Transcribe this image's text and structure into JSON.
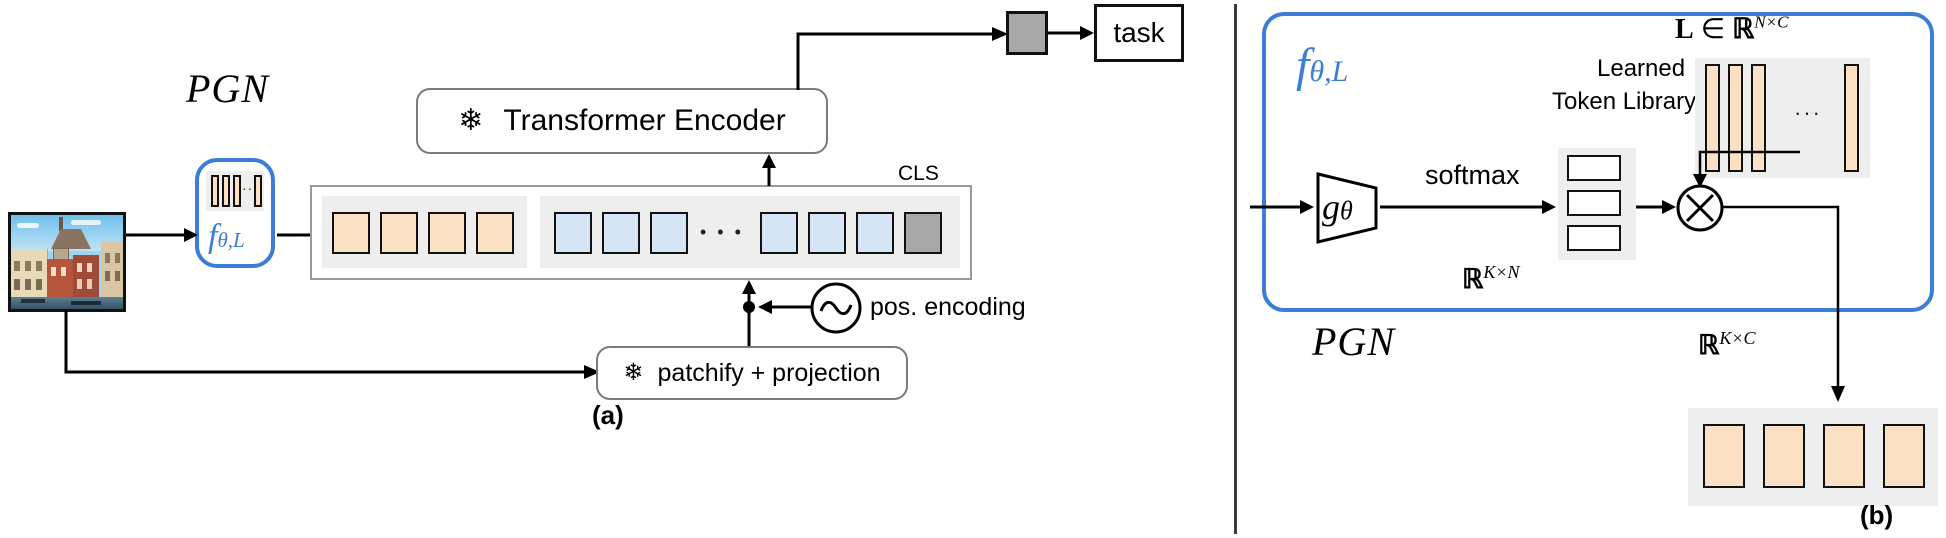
{
  "figure": {
    "panels": [
      {
        "id": "a",
        "caption": "(a)"
      },
      {
        "id": "b",
        "caption": "(b)"
      }
    ]
  },
  "colors": {
    "accent_blue": "#3b7dd8",
    "token_orange": "#fbe0c4",
    "token_blue": "#d4e4f4",
    "token_gray": "#a8a8a8",
    "strip_gray": "#eeeeee",
    "outline_gray": "#7a7a7a",
    "black": "#000000"
  },
  "panel_a": {
    "pgn_title": "PGN",
    "pgn_module_label": "fθ,L",
    "pgn_module_sub": "θ,L",
    "pgn_module_main": "f",
    "input_image_alt": "photo of canal houses with church tower",
    "library_bars_count": 4,
    "library_ellipsis": "···",
    "encoder_label": "Transformer Encoder",
    "encoder_icon": "snowflake-icon",
    "task_label": "task",
    "cls_label": "CLS",
    "pos_encoding_label": "pos. encoding",
    "pos_encoding_icon": "sine-wave-icon",
    "patchify_label": "patchify + projection",
    "patchify_icon": "snowflake-icon",
    "prompt_tokens_count": 4,
    "patch_tokens_left_count": 3,
    "patch_tokens_right_count": 3,
    "sequence_ellipsis": "• • •",
    "caption": "(a)"
  },
  "panel_b": {
    "module_main": "f",
    "module_sub": "θ,L",
    "encoder_label": "gθ",
    "encoder_main": "g",
    "encoder_sub": "θ",
    "softmax_label": "softmax",
    "learned_label_line1": "Learned",
    "learned_label_line2": "Token Library",
    "library_dim_label": "L ∈ ℝ^{N×C}",
    "library_dim_bold": "L",
    "library_dim_in": "∈",
    "library_dim_R": "ℝ",
    "library_dim_sup": "N×C",
    "attn_dim_R": "ℝ",
    "attn_dim_sup": "K×N",
    "out_dim_R": "ℝ",
    "out_dim_sup": "K×C",
    "multiply_symbol": "⊗",
    "pgn_title": "PGN",
    "library_bars_count": 4,
    "library_ellipsis": "···",
    "softmax_rows": 3,
    "output_tokens_count": 4,
    "caption": "(b)"
  }
}
